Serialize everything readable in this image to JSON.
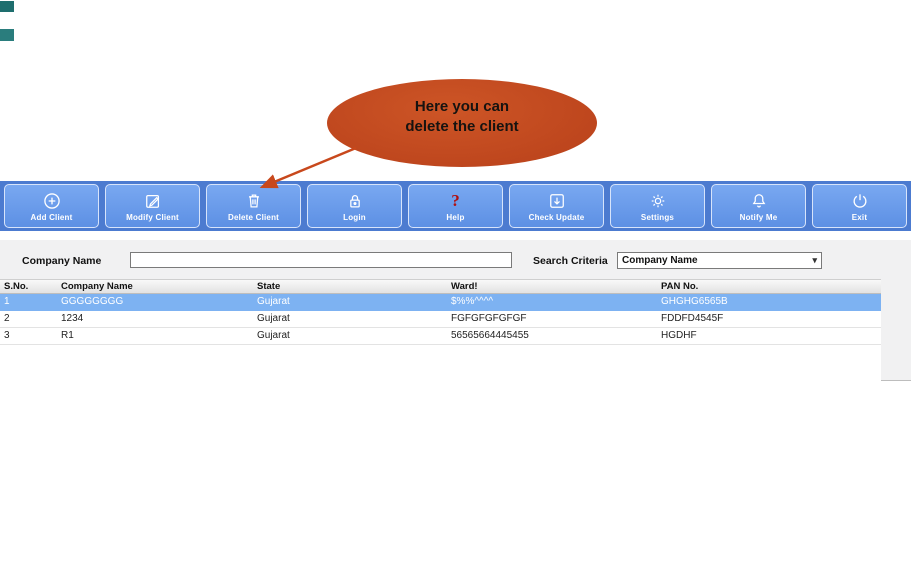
{
  "colors": {
    "toolbar_bg": "#4c7bd0",
    "button_blue": "#5d90e4",
    "selected_row_blue": "#7db2f2",
    "callout_orange": "#c2491e",
    "help_red": "#b01010"
  },
  "callout": {
    "line1": "Here you can",
    "line2": "delete the client"
  },
  "toolbar": {
    "buttons": [
      {
        "label": "Add Client",
        "icon": "add-circle-icon"
      },
      {
        "label": "Modify Client",
        "icon": "edit-icon"
      },
      {
        "label": "Delete Client",
        "icon": "trash-icon"
      },
      {
        "label": "Login",
        "icon": "lock-icon"
      },
      {
        "label": "Help",
        "icon": "question-icon"
      },
      {
        "label": "Check Update",
        "icon": "download-icon"
      },
      {
        "label": "Settings",
        "icon": "gear-icon"
      },
      {
        "label": "Notify Me",
        "icon": "bell-icon"
      },
      {
        "label": "Exit",
        "icon": "power-icon"
      }
    ]
  },
  "search": {
    "company_label": "Company Name",
    "input_value": "",
    "criteria_label": "Search Criteria",
    "criteria_selected": "Company Name"
  },
  "table": {
    "headers": [
      "S.No.",
      "Company Name",
      "State",
      "Ward!",
      "PAN No."
    ],
    "rows": [
      {
        "sno": "1",
        "company": "GGGGGGGG",
        "state": "Gujarat",
        "ward": "$%%^^^^",
        "pan": "GHGHG6565B"
      },
      {
        "sno": "2",
        "company": "1234",
        "state": "Gujarat",
        "ward": "FGFGFGFGFGF",
        "pan": "FDDFD4545F"
      },
      {
        "sno": "3",
        "company": "R1",
        "state": "Gujarat",
        "ward": "56565664445455",
        "pan": "HGDHF"
      }
    ]
  }
}
